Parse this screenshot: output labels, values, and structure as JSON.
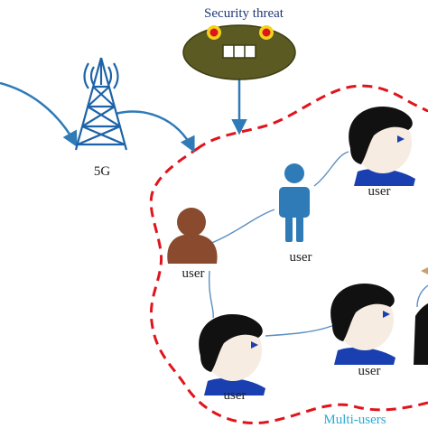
{
  "threat": {
    "label": "Security threat"
  },
  "tower": {
    "label": "5G"
  },
  "group": {
    "label": "Multi-users"
  },
  "users": [
    {
      "label": "user"
    },
    {
      "label": "user"
    },
    {
      "label": "user"
    },
    {
      "label": "user"
    },
    {
      "label": "user"
    }
  ],
  "colors": {
    "arrow": "#2f7bb8",
    "boundary": "#e0141c",
    "threat_fill": "#5a5a22",
    "threat_eye": "#f3d21c",
    "threat_eye_pupil": "#e0141c",
    "tower": "#1e63a8",
    "user_standing": "#2f7bb8",
    "user_brown": "#8a4a2e",
    "hair": "#111111",
    "face": "#f6ece2",
    "shirt": "#1a3fb0",
    "group_label": "#2aa9d6"
  }
}
